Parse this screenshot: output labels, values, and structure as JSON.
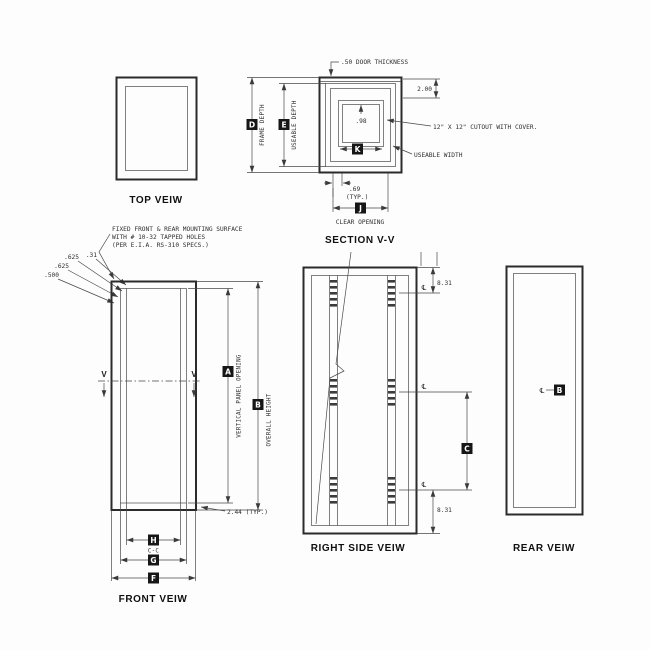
{
  "palette": {
    "ink": "#2b2b2b",
    "paper": "#fdfdfd",
    "box_fill": "#161616",
    "box_text": "#ffffff"
  },
  "drawing": {
    "top_view": {
      "title": "TOP VEIW"
    },
    "section_view": {
      "title": "SECTION V-V",
      "door_thickness_note": ".50 DOOR THICKNESS",
      "dim_top_frame": "2.00",
      "dim_cutout": ".98",
      "cutout_note": "12\" X 12\" CUTOUT WITH COVER.",
      "useable_width_note": "USEABLE WIDTH",
      "letter_k": "K",
      "dim_69": ".69",
      "typ": "(TYP.)",
      "letter_j": "J",
      "clear_opening": "CLEAR OPENING",
      "letter_d": "D",
      "frame_depth": "FRAME DEPTH",
      "letter_e": "E",
      "useable_depth": "USEABLE DEPTH"
    },
    "front_view": {
      "title": "FRONT VEIW",
      "note_line1": "FIXED FRONT & REAR MOUNTING SURFACE",
      "note_line2": "WITH # 10-32 TAPPED HOLES",
      "note_line3": "(PER E.I.A. RS-310 SPECS.)",
      "dim_31": ".31",
      "dim_625_a": ".625",
      "dim_625_b": ".625",
      "dim_500": ".500",
      "section_letter": "V",
      "letter_a": "A",
      "vertical_panel_opening": "VERTICAL PANEL OPENING",
      "letter_b": "B",
      "overall_height": "OVERALL HEIGHT",
      "dim_244": "2.44 (TYP.)",
      "letter_h": "H",
      "c_to_c": "C-C",
      "letter_g": "G",
      "letter_f": "F"
    },
    "right_side_view": {
      "title": "RIGHT SIDE VEIW",
      "dim_top": "8.31",
      "dim_bottom": "8.31",
      "letter_c": "C",
      "centerline": "℄"
    },
    "rear_view": {
      "title": "REAR VEIW",
      "centerline": "℄",
      "letter_b": "B"
    }
  }
}
